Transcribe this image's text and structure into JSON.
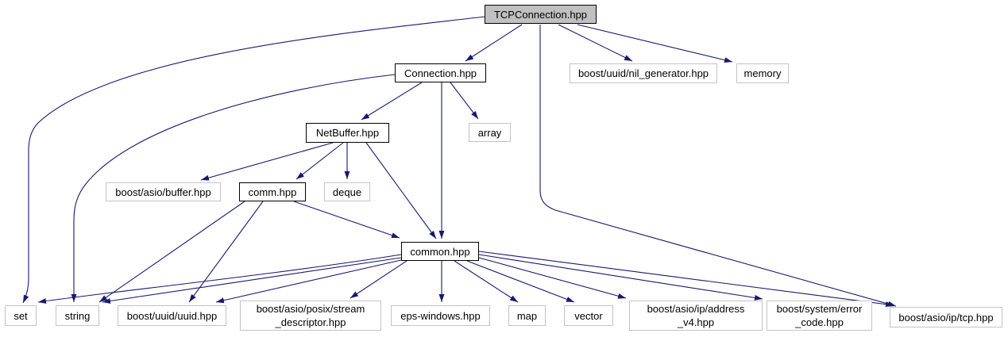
{
  "colors": {
    "edge": "#191970",
    "root_fill": "#c0c0c0",
    "project_border": "#000000",
    "external_border": "#c4c4c4"
  },
  "nodes": [
    {
      "id": "tcpconnection",
      "label": "TCPConnection.hpp",
      "kind": "root"
    },
    {
      "id": "connection",
      "label": "Connection.hpp",
      "kind": "project"
    },
    {
      "id": "nil-generator",
      "label": "boost/uuid/nil_generator.hpp",
      "kind": "external"
    },
    {
      "id": "memory",
      "label": "memory",
      "kind": "external"
    },
    {
      "id": "netbuffer",
      "label": "NetBuffer.hpp",
      "kind": "project"
    },
    {
      "id": "array",
      "label": "array",
      "kind": "external"
    },
    {
      "id": "asio-buffer",
      "label": "boost/asio/buffer.hpp",
      "kind": "external"
    },
    {
      "id": "comm",
      "label": "comm.hpp",
      "kind": "project"
    },
    {
      "id": "deque",
      "label": "deque",
      "kind": "external"
    },
    {
      "id": "common",
      "label": "common.hpp",
      "kind": "project"
    },
    {
      "id": "set",
      "label": "set",
      "kind": "external"
    },
    {
      "id": "string",
      "label": "string",
      "kind": "external"
    },
    {
      "id": "uuid",
      "label": "boost/uuid/uuid.hpp",
      "kind": "external"
    },
    {
      "id": "stream-descriptor",
      "lines": [
        "boost/asio/posix/stream",
        "_descriptor.hpp"
      ],
      "kind": "external"
    },
    {
      "id": "eps-windows",
      "label": "eps-windows.hpp",
      "kind": "external"
    },
    {
      "id": "map",
      "label": "map",
      "kind": "external"
    },
    {
      "id": "vector",
      "label": "vector",
      "kind": "external"
    },
    {
      "id": "address-v4",
      "lines": [
        "boost/asio/ip/address",
        "_v4.hpp"
      ],
      "kind": "external"
    },
    {
      "id": "error-code",
      "lines": [
        "boost/system/error",
        "_code.hpp"
      ],
      "kind": "external"
    },
    {
      "id": "tcp",
      "label": "boost/asio/ip/tcp.hpp",
      "kind": "external"
    }
  ],
  "edges": [
    {
      "from": "TCPConnection.hpp",
      "to": "Connection.hpp"
    },
    {
      "from": "TCPConnection.hpp",
      "to": "boost/uuid/nil_generator.hpp"
    },
    {
      "from": "TCPConnection.hpp",
      "to": "memory"
    },
    {
      "from": "TCPConnection.hpp",
      "to": "set"
    },
    {
      "from": "TCPConnection.hpp",
      "to": "boost/asio/ip/tcp.hpp"
    },
    {
      "from": "Connection.hpp",
      "to": "NetBuffer.hpp"
    },
    {
      "from": "Connection.hpp",
      "to": "array"
    },
    {
      "from": "Connection.hpp",
      "to": "common.hpp"
    },
    {
      "from": "Connection.hpp",
      "to": "string"
    },
    {
      "from": "NetBuffer.hpp",
      "to": "boost/asio/buffer.hpp"
    },
    {
      "from": "NetBuffer.hpp",
      "to": "comm.hpp"
    },
    {
      "from": "NetBuffer.hpp",
      "to": "deque"
    },
    {
      "from": "NetBuffer.hpp",
      "to": "common.hpp"
    },
    {
      "from": "comm.hpp",
      "to": "common.hpp"
    },
    {
      "from": "comm.hpp",
      "to": "string"
    },
    {
      "from": "comm.hpp",
      "to": "boost/uuid/uuid.hpp"
    },
    {
      "from": "common.hpp",
      "to": "set"
    },
    {
      "from": "common.hpp",
      "to": "string"
    },
    {
      "from": "common.hpp",
      "to": "boost/uuid/uuid.hpp"
    },
    {
      "from": "common.hpp",
      "to": "boost/asio/posix/stream_descriptor.hpp"
    },
    {
      "from": "common.hpp",
      "to": "eps-windows.hpp"
    },
    {
      "from": "common.hpp",
      "to": "map"
    },
    {
      "from": "common.hpp",
      "to": "vector"
    },
    {
      "from": "common.hpp",
      "to": "boost/asio/ip/address_v4.hpp"
    },
    {
      "from": "common.hpp",
      "to": "boost/system/error_code.hpp"
    },
    {
      "from": "common.hpp",
      "to": "boost/asio/ip/tcp.hpp"
    }
  ]
}
